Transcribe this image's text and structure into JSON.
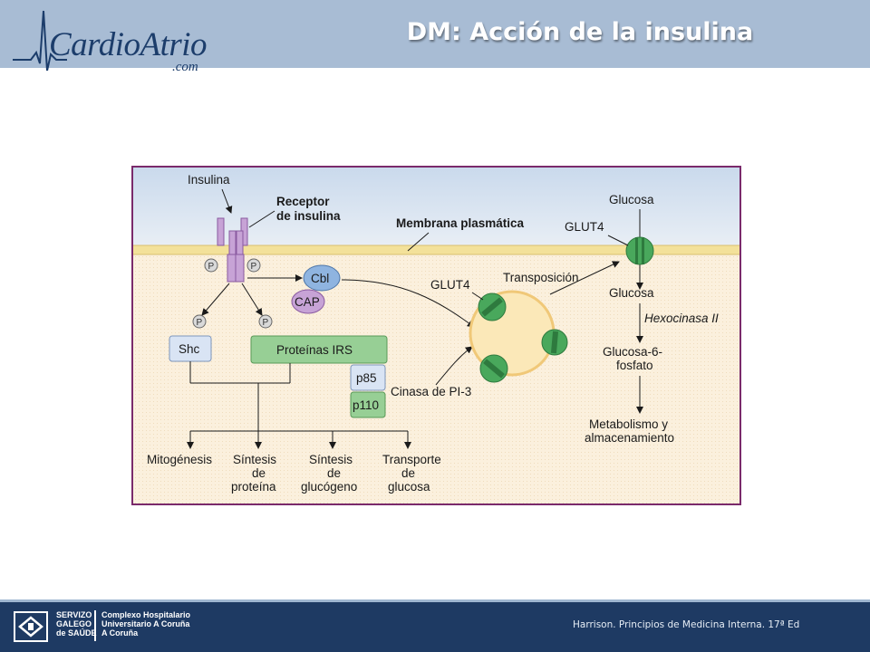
{
  "header": {
    "title": "DM: Acción de la insulina",
    "logo_main": "CardioAtrio",
    "logo_sub": ".com"
  },
  "footer": {
    "citation": "Harrison. Principios de Medicina Interna. 17ª Ed",
    "org_line1": "SERVIZO\nGALEGO\nde SAÚDE",
    "org_line2": "Complexo Hospitalario\nUniversitario A Coruña\nA Coruña"
  },
  "diagram": {
    "insulina": "Insulina",
    "receptor_1": "Receptor",
    "receptor_2": "de insulina",
    "membrana": "Membrana plasmática",
    "p_label": "P",
    "cbl": "Cbl",
    "cap": "CAP",
    "shc": "Shc",
    "irs": "Proteínas IRS",
    "p85": "p85",
    "p110": "p110",
    "cinasa": "Cinasa de PI-3",
    "glut4_vesicle": "GLUT4",
    "transposicion": "Transposición",
    "glucosa_out": "Glucosa",
    "glut4_membrane": "GLUT4",
    "glucosa_in": "Glucosa",
    "hexocinasa": "Hexocinasa II",
    "g6p_1": "Glucosa-6-",
    "g6p_2": "fosfato",
    "metab_1": "Metabolismo y",
    "metab_2": "almacenamiento",
    "mitogenesis": "Mitogénesis",
    "sint_prot_1": "Síntesis",
    "sint_prot_2": "de",
    "sint_prot_3": "proteína",
    "sint_gluc_1": "Síntesis",
    "sint_gluc_2": "de",
    "sint_gluc_3": "glucógeno",
    "transp_1": "Transporte",
    "transp_2": "de",
    "transp_3": "glucosa"
  }
}
